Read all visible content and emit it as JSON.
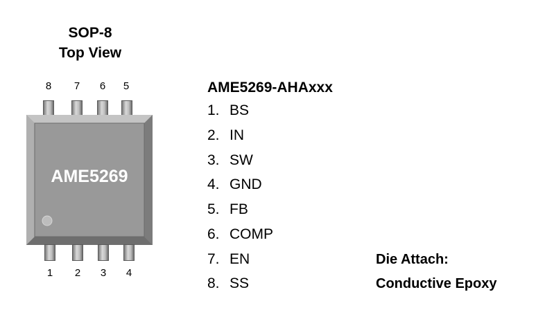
{
  "package": {
    "name": "SOP-8",
    "view": "Top View",
    "chip_marking": "AME5269",
    "top_pin_numbers": [
      "8",
      "7",
      "6",
      "5"
    ],
    "bottom_pin_numbers": [
      "1",
      "2",
      "3",
      "4"
    ],
    "body_color": "#999999",
    "lead_color": "#c8c8c8"
  },
  "pinout": {
    "title": "AME5269-AHAxxx",
    "pins": [
      {
        "number": "1.",
        "name": "BS"
      },
      {
        "number": "2.",
        "name": "IN"
      },
      {
        "number": "3.",
        "name": "SW"
      },
      {
        "number": "4.",
        "name": "GND"
      },
      {
        "number": "5.",
        "name": "FB"
      },
      {
        "number": "6.",
        "name": "COMP"
      },
      {
        "number": "7.",
        "name": "EN"
      },
      {
        "number": "8.",
        "name": "SS"
      }
    ]
  },
  "die_attach": {
    "label": "Die Attach:",
    "value": "Conductive Epoxy"
  }
}
